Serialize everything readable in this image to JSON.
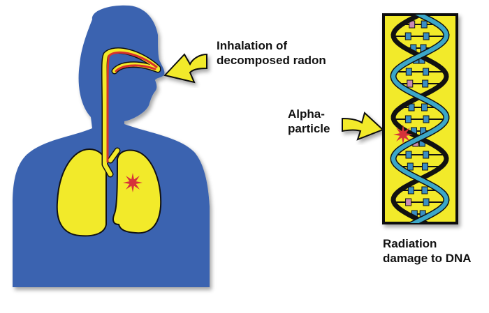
{
  "labels": {
    "inhalation": [
      "Inhalation of",
      "decomposed radon"
    ],
    "alpha": [
      "Alpha-",
      "particle"
    ],
    "damage": [
      "Radiation",
      "damage to DNA"
    ]
  },
  "colors": {
    "body": "#3b64b0",
    "lung": "#f2ea2a",
    "airway_inner": "#d8322c",
    "star": "#d6323a",
    "arrow": "#f2ea2a",
    "dna_panel": "#f2ea2a",
    "dna_strand_blue": "#3ba7c8",
    "dna_strand_dark": "#111111",
    "dna_base_blue": "#3a8fc4",
    "dna_base_pink": "#c98ab4",
    "outline": "#111111"
  },
  "icons": {
    "human": "human-silhouette-icon",
    "lungs": "lungs-icon",
    "impact": "radiation-star-icon",
    "arrow": "curved-arrow-icon",
    "dna": "dna-helix-icon"
  }
}
